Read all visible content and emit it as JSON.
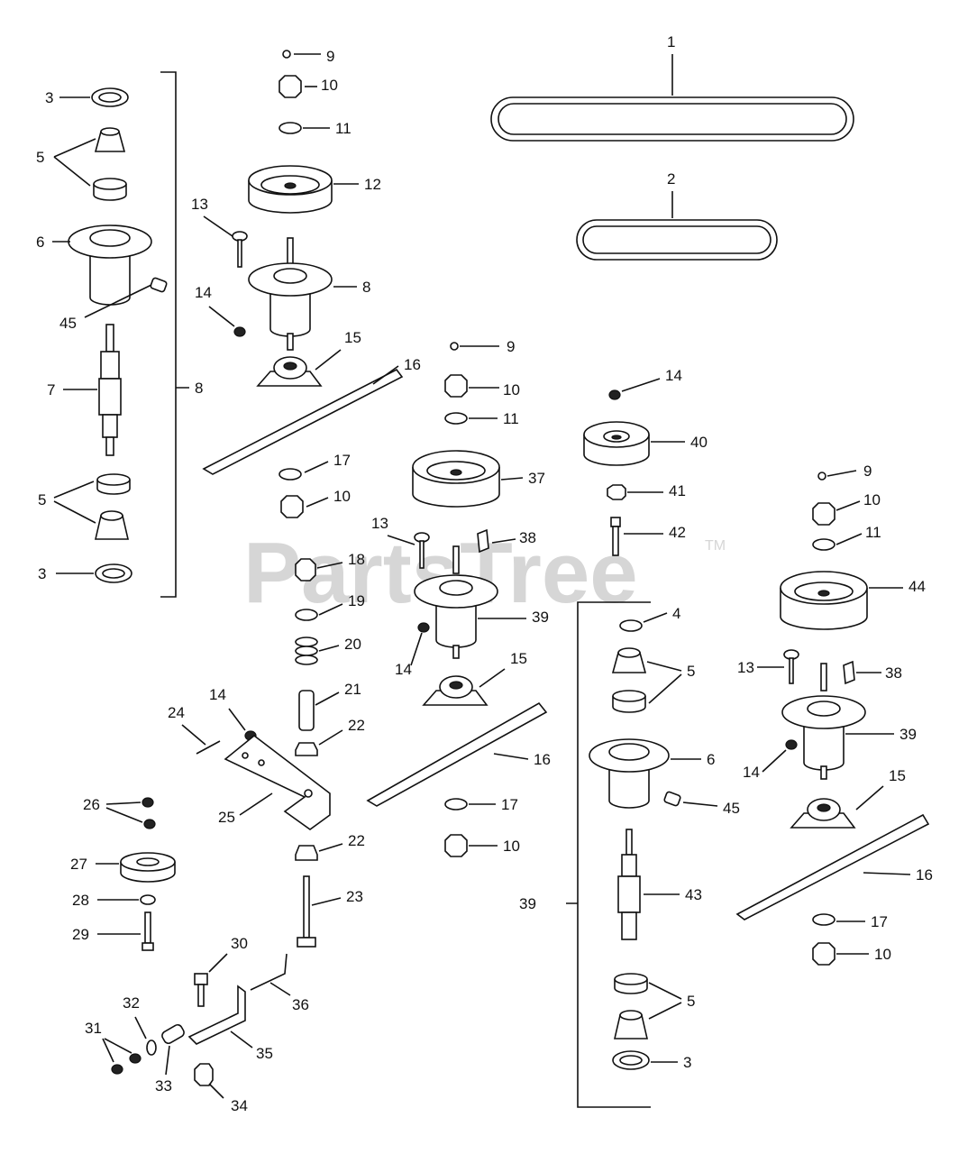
{
  "watermark": {
    "brand": "PartsTree",
    "trademark": "TM"
  },
  "callouts": [
    {
      "id": "c1",
      "n": "1"
    },
    {
      "id": "c2",
      "n": "2"
    },
    {
      "id": "c3a",
      "n": "3"
    },
    {
      "id": "c5a",
      "n": "5"
    },
    {
      "id": "c6a",
      "n": "6"
    },
    {
      "id": "c45a",
      "n": "45"
    },
    {
      "id": "c7",
      "n": "7"
    },
    {
      "id": "c5b",
      "n": "5"
    },
    {
      "id": "c3b",
      "n": "3"
    },
    {
      "id": "c8b",
      "n": "8"
    },
    {
      "id": "c9a",
      "n": "9"
    },
    {
      "id": "c10a",
      "n": "10"
    },
    {
      "id": "c11a",
      "n": "11"
    },
    {
      "id": "c12",
      "n": "12"
    },
    {
      "id": "c13a",
      "n": "13"
    },
    {
      "id": "c8a",
      "n": "8"
    },
    {
      "id": "c14a",
      "n": "14"
    },
    {
      "id": "c15a",
      "n": "15"
    },
    {
      "id": "c16a",
      "n": "16"
    },
    {
      "id": "c17a",
      "n": "17"
    },
    {
      "id": "c10b",
      "n": "10"
    },
    {
      "id": "c9b",
      "n": "9"
    },
    {
      "id": "c10c",
      "n": "10"
    },
    {
      "id": "c11b",
      "n": "11"
    },
    {
      "id": "c37",
      "n": "37"
    },
    {
      "id": "c13b",
      "n": "13"
    },
    {
      "id": "c38a",
      "n": "38"
    },
    {
      "id": "c39a",
      "n": "39"
    },
    {
      "id": "c14b",
      "n": "14"
    },
    {
      "id": "c15b",
      "n": "15"
    },
    {
      "id": "c16b",
      "n": "16"
    },
    {
      "id": "c17b",
      "n": "17"
    },
    {
      "id": "c10d",
      "n": "10"
    },
    {
      "id": "c14c",
      "n": "14"
    },
    {
      "id": "c40",
      "n": "40"
    },
    {
      "id": "c41",
      "n": "41"
    },
    {
      "id": "c42",
      "n": "42"
    },
    {
      "id": "c18",
      "n": "18"
    },
    {
      "id": "c19",
      "n": "19"
    },
    {
      "id": "c20",
      "n": "20"
    },
    {
      "id": "c21",
      "n": "21"
    },
    {
      "id": "c22a",
      "n": "22"
    },
    {
      "id": "c24",
      "n": "24"
    },
    {
      "id": "c14d",
      "n": "14"
    },
    {
      "id": "c25",
      "n": "25"
    },
    {
      "id": "c22b",
      "n": "22"
    },
    {
      "id": "c23",
      "n": "23"
    },
    {
      "id": "c26",
      "n": "26"
    },
    {
      "id": "c27",
      "n": "27"
    },
    {
      "id": "c28",
      "n": "28"
    },
    {
      "id": "c29",
      "n": "29"
    },
    {
      "id": "c30",
      "n": "30"
    },
    {
      "id": "c36",
      "n": "36"
    },
    {
      "id": "c32",
      "n": "32"
    },
    {
      "id": "c31",
      "n": "31"
    },
    {
      "id": "c33",
      "n": "33"
    },
    {
      "id": "c35",
      "n": "35"
    },
    {
      "id": "c34",
      "n": "34"
    },
    {
      "id": "c4",
      "n": "4"
    },
    {
      "id": "c5c",
      "n": "5"
    },
    {
      "id": "c6b",
      "n": "6"
    },
    {
      "id": "c45b",
      "n": "45"
    },
    {
      "id": "c43",
      "n": "43"
    },
    {
      "id": "c39b",
      "n": "39"
    },
    {
      "id": "c5d",
      "n": "5"
    },
    {
      "id": "c3c",
      "n": "3"
    },
    {
      "id": "c9c",
      "n": "9"
    },
    {
      "id": "c10e",
      "n": "10"
    },
    {
      "id": "c11c",
      "n": "11"
    },
    {
      "id": "c44",
      "n": "44"
    },
    {
      "id": "c13c",
      "n": "13"
    },
    {
      "id": "c38b",
      "n": "38"
    },
    {
      "id": "c39c",
      "n": "39"
    },
    {
      "id": "c14e",
      "n": "14"
    },
    {
      "id": "c15c",
      "n": "15"
    },
    {
      "id": "c16c",
      "n": "16"
    },
    {
      "id": "c17c",
      "n": "17"
    },
    {
      "id": "c10f",
      "n": "10"
    }
  ]
}
